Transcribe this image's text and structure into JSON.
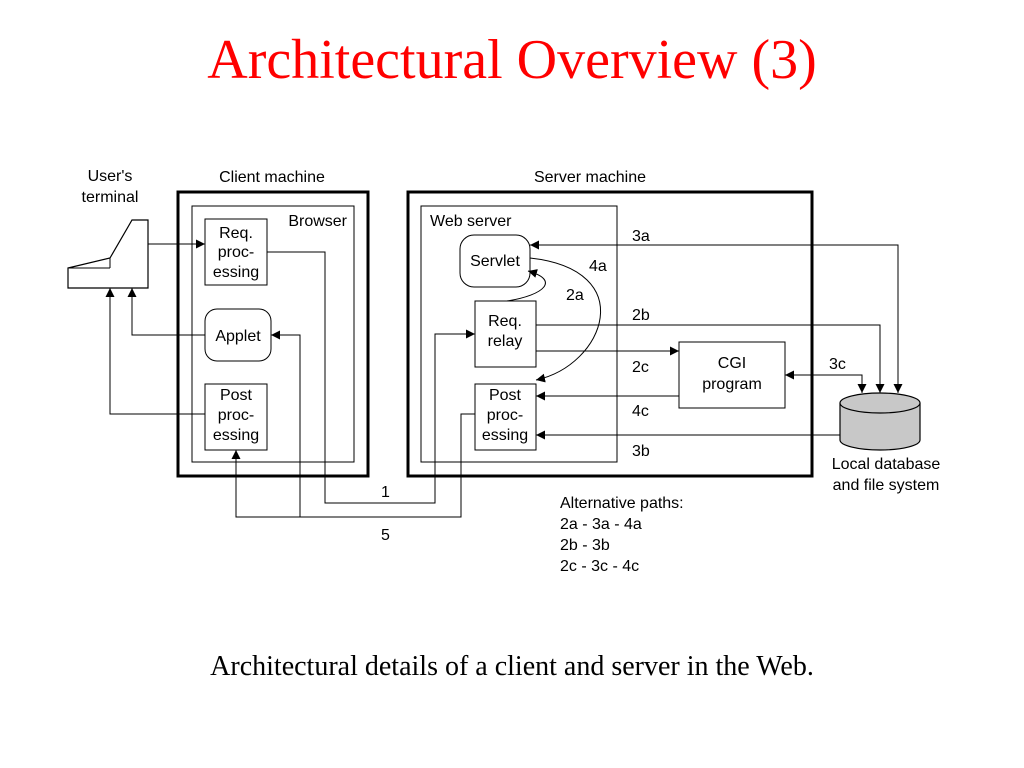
{
  "title": "Architectural Overview (3)",
  "caption": "Architectural details of a client and server in the Web.",
  "diagram": {
    "users_terminal": [
      "User's",
      "terminal"
    ],
    "client_machine": "Client machine",
    "server_machine": "Server machine",
    "browser": "Browser",
    "web_server": "Web server",
    "client_req": [
      "Req.",
      "proc-",
      "essing"
    ],
    "applet": "Applet",
    "client_post": [
      "Post",
      "proc-",
      "essing"
    ],
    "servlet": "Servlet",
    "req_relay": [
      "Req.",
      "relay"
    ],
    "server_post": [
      "Post",
      "proc-",
      "essing"
    ],
    "cgi": [
      "CGI",
      "program"
    ],
    "database": [
      "Local database",
      "and file system"
    ],
    "paths": {
      "p3a": "3a",
      "p4a": "4a",
      "p2a": "2a",
      "p2b": "2b",
      "p2c": "2c",
      "p3c": "3c",
      "p4c": "4c",
      "p3b": "3b",
      "p1": "1",
      "p5": "5"
    },
    "alternatives": [
      "Alternative paths:",
      "2a - 3a - 4a",
      "2b - 3b",
      "2c - 3c - 4c"
    ]
  },
  "colors": {
    "title": "#ff0000",
    "database_fill": "#c8c8c8"
  }
}
